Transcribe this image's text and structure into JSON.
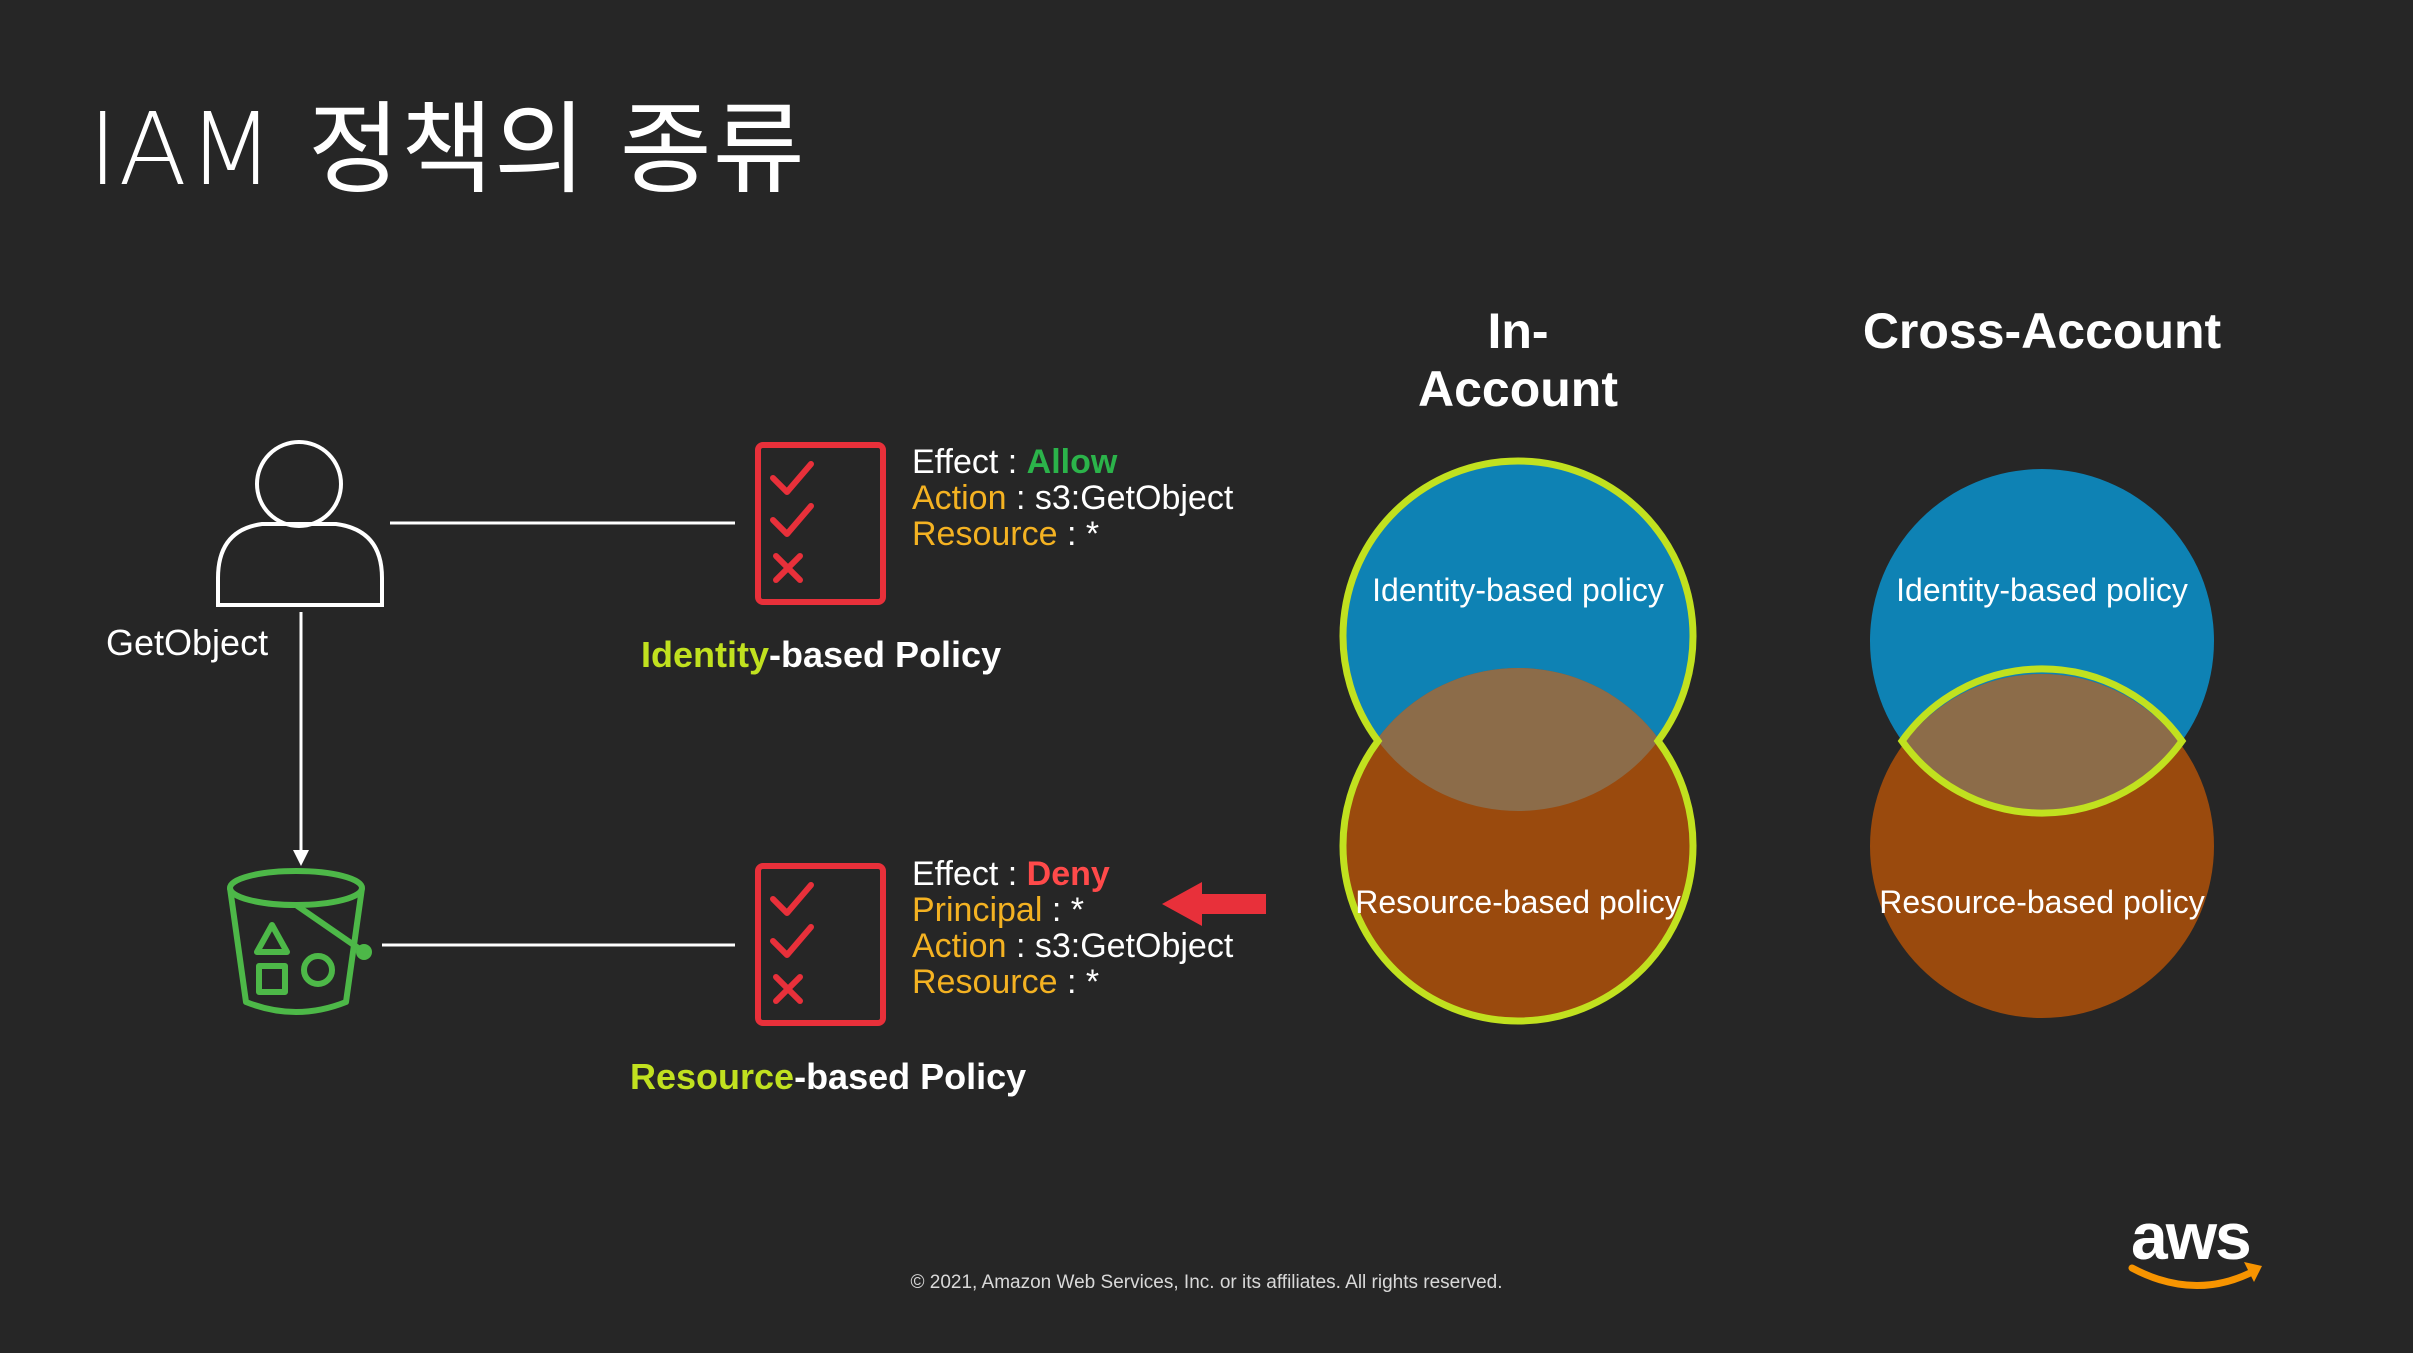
{
  "title": "IAM 정책의 종류",
  "actor": {
    "icon": "user-icon",
    "action_label": "GetObject"
  },
  "bucket": {
    "icon": "s3-bucket-icon"
  },
  "identity_policy": {
    "icon": "policy-document-icon",
    "title_highlight": "Identity",
    "title_rest": "-based Policy",
    "effect_key": "Effect",
    "effect_value": "Allow",
    "action_key": "Action",
    "action_value": "s3:GetObject",
    "resource_key": "Resource",
    "resource_value": "*"
  },
  "resource_policy": {
    "icon": "policy-document-icon",
    "title_highlight": "Resource",
    "title_rest": "-based Policy",
    "effect_key": "Effect",
    "effect_value": "Deny",
    "principal_key": "Principal",
    "principal_value": "*",
    "action_key": "Action",
    "action_value": "s3:GetObject",
    "resource_key": "Resource",
    "resource_value": "*"
  },
  "pointer": {
    "icon": "arrow-left-icon"
  },
  "in_account": {
    "heading": "In-Account",
    "identity_label": "Identity-based policy",
    "resource_label": "Resource-based policy"
  },
  "cross_account": {
    "heading": "Cross-Account",
    "identity_label": "Identity-based policy",
    "resource_label": "Resource-based policy"
  },
  "footer": "© 2021, Amazon Web Services, Inc. or its affiliates. All rights reserved.",
  "logo": {
    "text": "aws",
    "icon": "aws-smile-icon"
  },
  "colors": {
    "background": "#262626",
    "highlight_green": "#c1e11f",
    "allow_green": "#2bb34a",
    "deny_red": "#ff4a4a",
    "key_orange": "#f4b222",
    "policy_red": "#e8303a",
    "bucket_green": "#4db848",
    "identity_blue": "#0e82b4",
    "resource_orange": "#9a4a0d",
    "overlap_tan": "#8c6c49",
    "aws_orange": "#f79400"
  }
}
